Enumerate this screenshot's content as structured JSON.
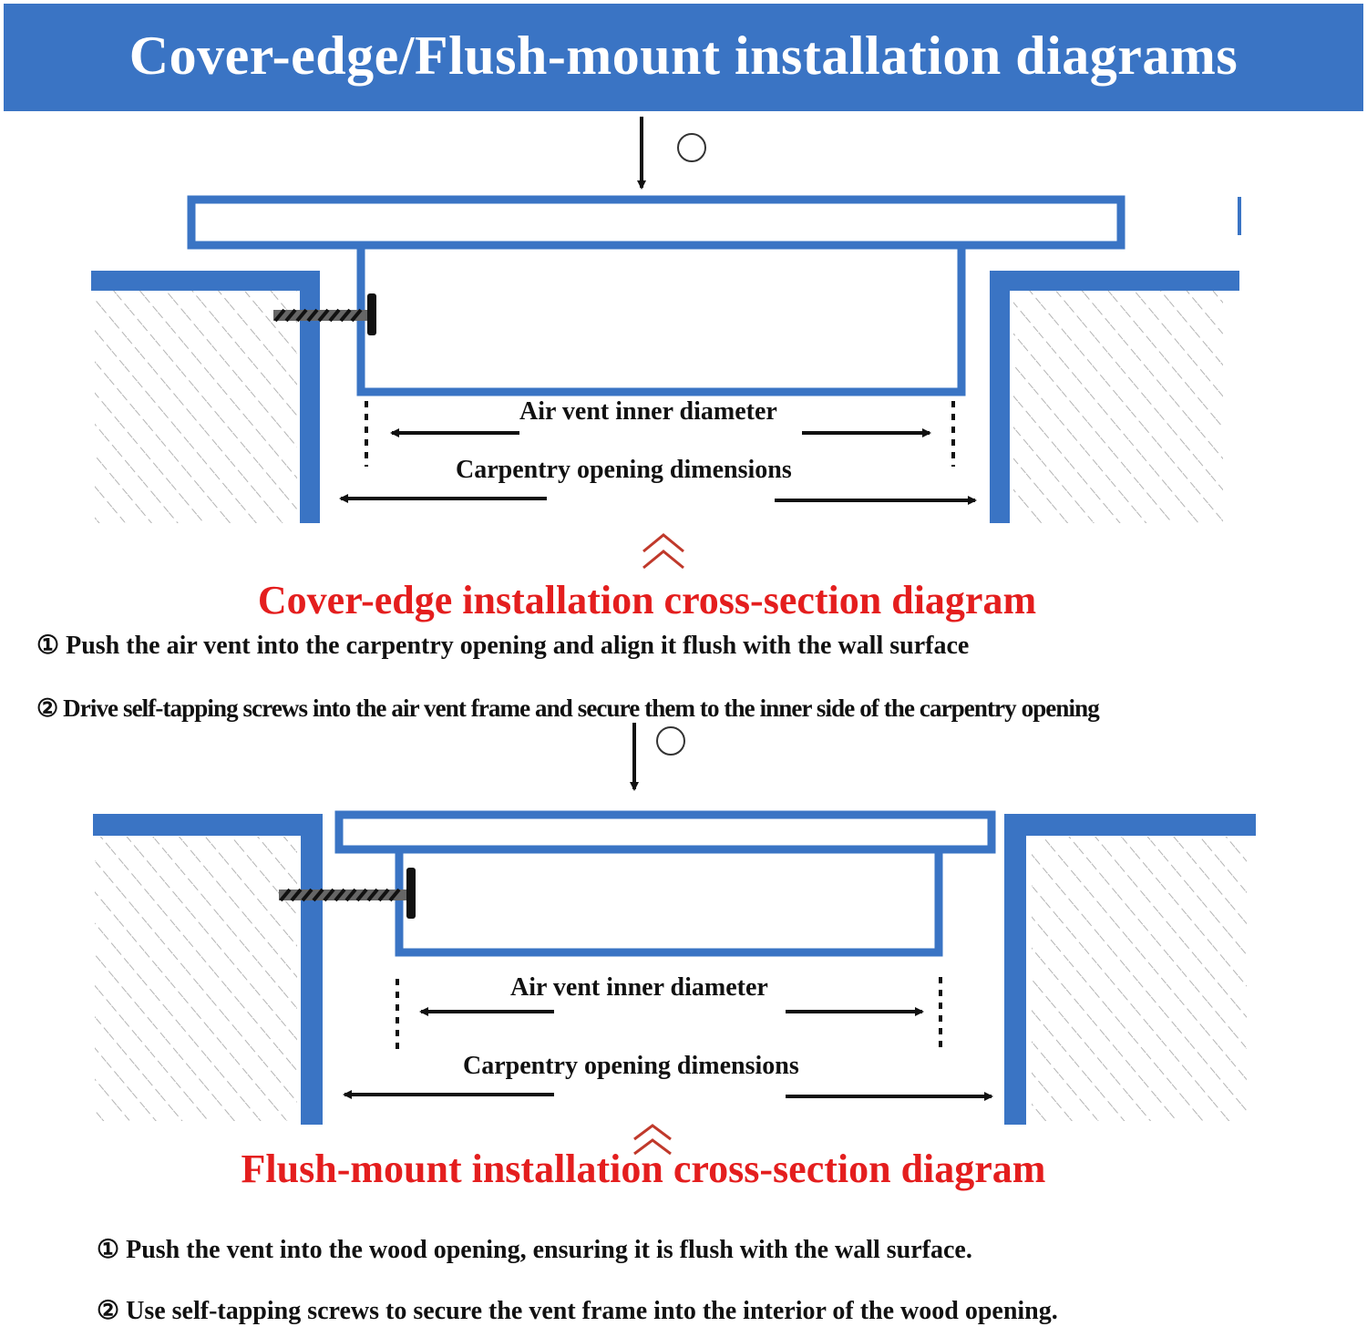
{
  "header": {
    "title": "Cover-edge/Flush-mount installation diagrams"
  },
  "diagram1": {
    "step_marker": "①",
    "inner_label": "Air vent inner diameter",
    "opening_label": "Carpentry opening dimensions",
    "caption": "Cover-edge installation cross-section diagram",
    "instructions": [
      "① Push the air vent into the carpentry opening and align it flush with the wall surface",
      "② Drive self-tapping screws into the air vent frame and secure them to the inner side of the carpentry opening"
    ]
  },
  "diagram2": {
    "step_marker": "①",
    "inner_label": "Air vent inner diameter",
    "opening_label": "Carpentry opening dimensions",
    "caption": "Flush-mount installation cross-section diagram",
    "instructions": [
      "① Push the vent into the wood opening, ensuring it is flush with the wall surface.",
      "② Use self-tapping screws to secure the vent frame into the interior of the wood opening."
    ]
  },
  "colors": {
    "banner": "#3a74c4",
    "wall_blue": "#3a74c4",
    "caption_red": "#e41e1e",
    "hatch": "#b0b0b0"
  }
}
